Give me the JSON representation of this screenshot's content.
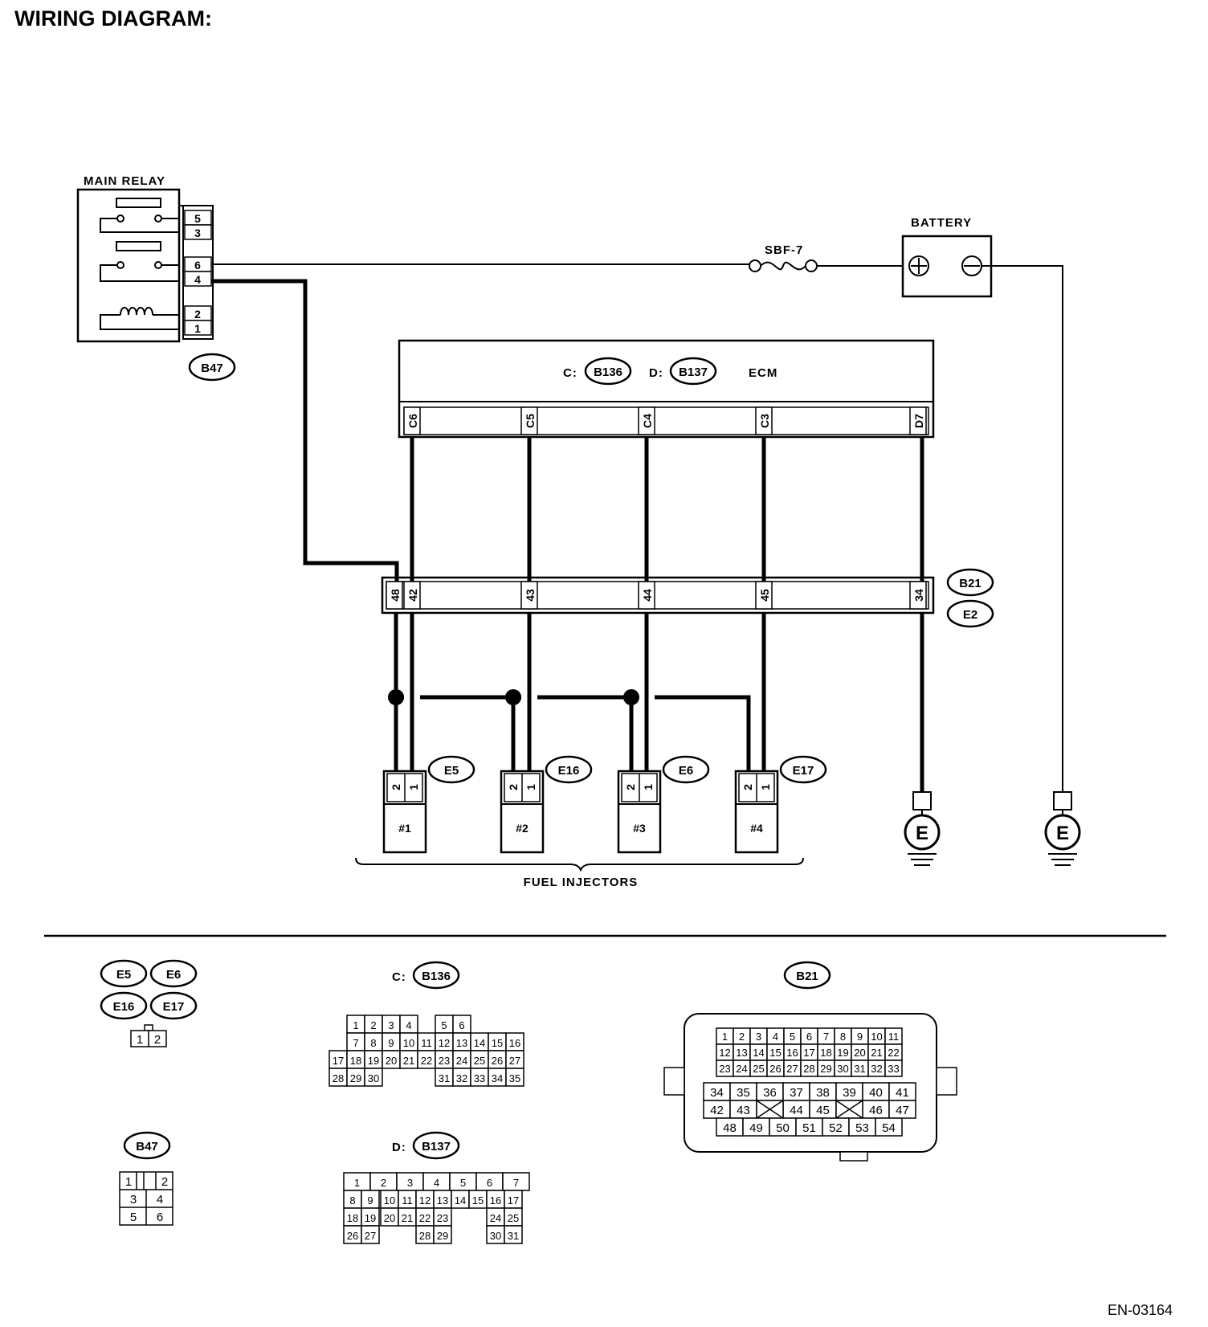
{
  "title": "WIRING DIAGRAM:",
  "figure_code": "EN-03164",
  "colors": {
    "line": "#000000",
    "background": "#ffffff"
  },
  "main_relay": {
    "label": "MAIN RELAY",
    "connector": "B47",
    "pins": [
      "5",
      "3",
      "6",
      "4",
      "2",
      "1"
    ]
  },
  "battery": {
    "label": "BATTERY"
  },
  "fuse": {
    "label": "SBF-7"
  },
  "ecm": {
    "label": "ECM",
    "connector_c_prefix": "C:",
    "connector_c": "B136",
    "connector_d_prefix": "D:",
    "connector_d": "B137",
    "pins": [
      "C6",
      "C5",
      "C4",
      "C3",
      "D7"
    ]
  },
  "joint_connector": {
    "codes": [
      "B21",
      "E2"
    ],
    "pins": [
      "48",
      "42",
      "43",
      "44",
      "45",
      "34"
    ]
  },
  "injectors": {
    "label": "FUEL INJECTORS",
    "items": [
      {
        "name": "#1",
        "connector": "E5",
        "pins": [
          "2",
          "1"
        ]
      },
      {
        "name": "#2",
        "connector": "E16",
        "pins": [
          "2",
          "1"
        ]
      },
      {
        "name": "#3",
        "connector": "E6",
        "pins": [
          "2",
          "1"
        ]
      },
      {
        "name": "#4",
        "connector": "E17",
        "pins": [
          "2",
          "1"
        ]
      }
    ]
  },
  "grounds": [
    "E",
    "E"
  ],
  "connector_views": {
    "injector": {
      "codes": [
        "E5",
        "E6",
        "E16",
        "E17"
      ],
      "cavities": [
        "1",
        "2"
      ]
    },
    "b47": {
      "code": "B47",
      "rows": [
        [
          "1",
          "2"
        ],
        [
          "3",
          "4"
        ],
        [
          "5",
          "6"
        ]
      ]
    },
    "c_b136": {
      "prefix": "C:",
      "code": "B136",
      "rows": [
        [
          "1",
          "2",
          "3",
          "4",
          "5",
          "6"
        ],
        [
          "7",
          "8",
          "9",
          "10",
          "11",
          "12",
          "13",
          "14",
          "15",
          "16"
        ],
        [
          "17",
          "18",
          "19",
          "20",
          "21",
          "22",
          "23",
          "24",
          "25",
          "26",
          "27"
        ],
        [
          "28",
          "29",
          "30",
          "31",
          "32",
          "33",
          "34",
          "35"
        ]
      ]
    },
    "d_b137": {
      "prefix": "D:",
      "code": "B137",
      "rows": [
        [
          "1",
          "2",
          "3",
          "4",
          "5",
          "6",
          "7"
        ],
        [
          "8",
          "9",
          "10",
          "11",
          "12",
          "13",
          "14",
          "15",
          "16",
          "17"
        ],
        [
          "18",
          "19",
          "20",
          "21",
          "22",
          "23",
          "24",
          "25"
        ],
        [
          "26",
          "27",
          "28",
          "29",
          "30",
          "31"
        ]
      ]
    },
    "b21": {
      "code": "B21",
      "rows": [
        [
          "1",
          "2",
          "3",
          "4",
          "5",
          "6",
          "7",
          "8",
          "9",
          "10",
          "11"
        ],
        [
          "12",
          "13",
          "14",
          "15",
          "16",
          "17",
          "18",
          "19",
          "20",
          "21",
          "22"
        ],
        [
          "23",
          "24",
          "25",
          "26",
          "27",
          "28",
          "29",
          "30",
          "31",
          "32",
          "33"
        ],
        [
          "34",
          "35",
          "36",
          "37",
          "38",
          "39",
          "40",
          "41"
        ],
        [
          "42",
          "43",
          "44",
          "45",
          "46",
          "47"
        ],
        [
          "48",
          "49",
          "50",
          "51",
          "52",
          "53",
          "54"
        ]
      ]
    }
  }
}
